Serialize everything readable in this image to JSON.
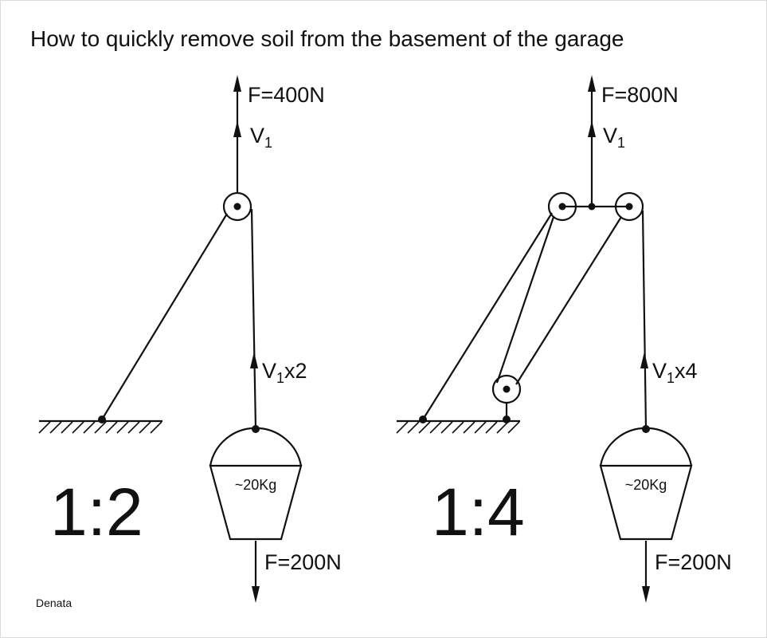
{
  "title": "How to quickly remove soil from the basement of the garage",
  "credit": "Denata",
  "colors": {
    "ink": "#111111",
    "background": "#ffffff"
  },
  "left": {
    "force_top": "F=400N",
    "velocity": {
      "base": "V",
      "sub": "1"
    },
    "rope_velocity": {
      "base": "V",
      "sub": "1",
      "suffix": "x2"
    },
    "bucket_label": "~20Kg",
    "force_bottom": "F=200N",
    "ratio": "1:2"
  },
  "right": {
    "force_top": "F=800N",
    "velocity": {
      "base": "V",
      "sub": "1"
    },
    "rope_velocity": {
      "base": "V",
      "sub": "1",
      "suffix": "x4"
    },
    "bucket_label": "~20Kg",
    "force_bottom": "F=200N",
    "ratio": "1:4"
  }
}
